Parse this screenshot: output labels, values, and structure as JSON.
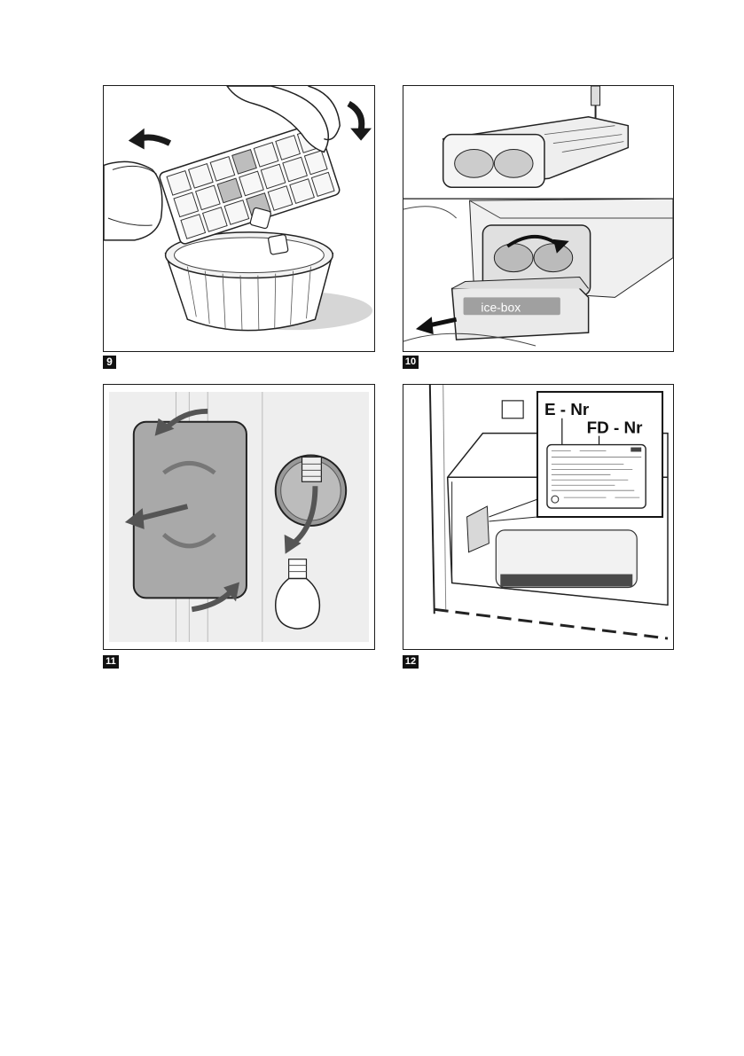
{
  "figures": [
    {
      "number": "9"
    },
    {
      "number": "10",
      "drawer_label": "ice-box"
    },
    {
      "number": "11"
    },
    {
      "number": "12",
      "label_e": "E - Nr",
      "label_fd": "FD - Nr"
    }
  ]
}
